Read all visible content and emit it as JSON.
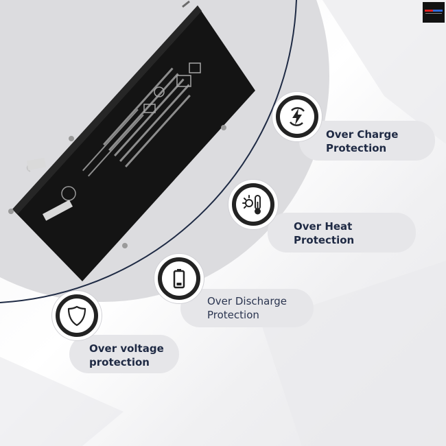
{
  "features": [
    {
      "line1": "Over Charge",
      "line2": "Protection",
      "icon": "lightning-bolt-icon"
    },
    {
      "line1": "Over Heat",
      "line2": "Protection",
      "icon": "thermometer-sun-icon"
    },
    {
      "line1": "Over Discharge",
      "line2": "Protection",
      "icon": "battery-icon"
    },
    {
      "line1": "Over voltage",
      "line2": "protection",
      "icon": "shield-icon"
    }
  ],
  "colors": {
    "text": "#1f2a44",
    "arc": "#1e2a44",
    "icon_ring": "#232323",
    "pill": "#e6e6e9",
    "battery": "#141414"
  }
}
